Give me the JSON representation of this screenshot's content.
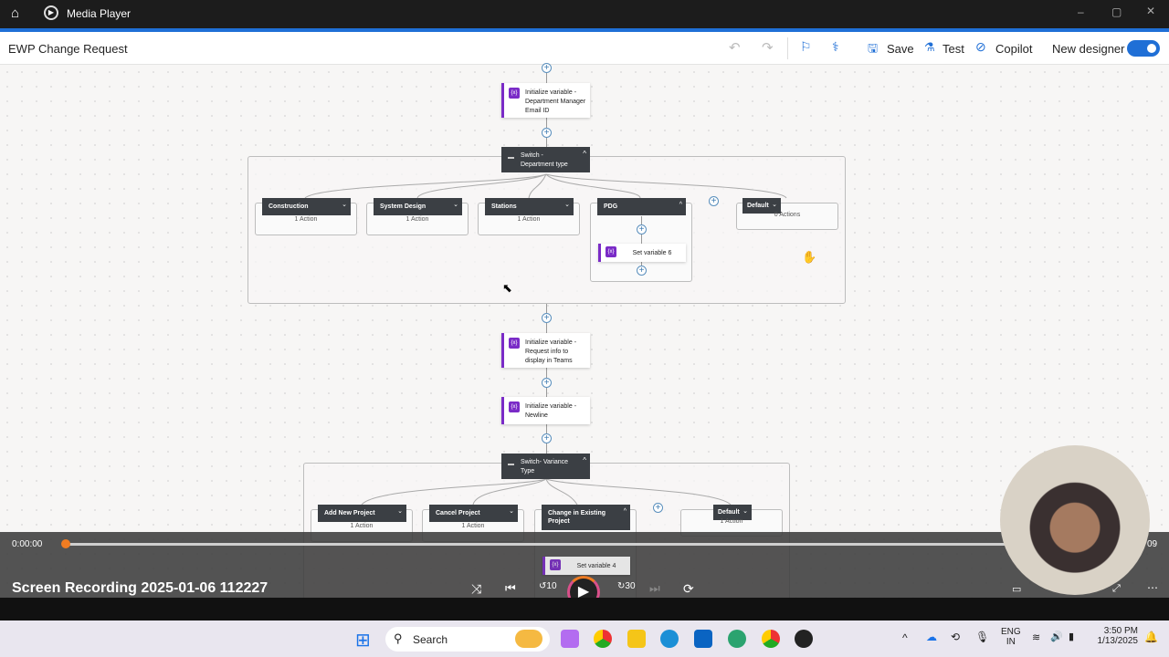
{
  "titlebar": {
    "app_name": "Media Player"
  },
  "header": {
    "title": "EWP Change Request",
    "save": "Save",
    "test": "Test",
    "copilot": "Copilot",
    "new_designer": "New designer",
    "new_designer_on": true
  },
  "flow": {
    "init_dept_mgr": "Initialize variable - Department Manager Email ID",
    "switch_dept": "Switch - Department type",
    "dept_cases": [
      {
        "label": "Construction",
        "count": "1 Action"
      },
      {
        "label": "System Design",
        "count": "1 Action"
      },
      {
        "label": "Stations",
        "count": "1 Action"
      },
      {
        "label": "PDG",
        "inner": "Set variable 6"
      },
      {
        "label": "Default",
        "count": "0 Actions"
      }
    ],
    "init_request_info": "Initialize variable - Request info to display in Teams",
    "init_newline": "Initialize variable - Newline",
    "switch_variance": "Switch- Variance Type",
    "variance_cases": [
      {
        "label": "Add New Project",
        "count": "1 Action"
      },
      {
        "label": "Cancel Project",
        "count": "1 Action"
      },
      {
        "label": "Change in Existing Project",
        "inner": "Set variable 4"
      },
      {
        "label": "Default",
        "count": "1 Action"
      }
    ]
  },
  "player": {
    "current_time": "0:00:00",
    "end_time": "09",
    "title": "Screen Recording 2025-01-06 112227",
    "progress": 0,
    "skip_back": "10",
    "skip_fwd": "30",
    "accent": "#f07c22"
  },
  "taskbar": {
    "search": "Search",
    "lang": "ENG",
    "region": "IN",
    "time": "3:50 PM",
    "date": "1/13/2025"
  }
}
